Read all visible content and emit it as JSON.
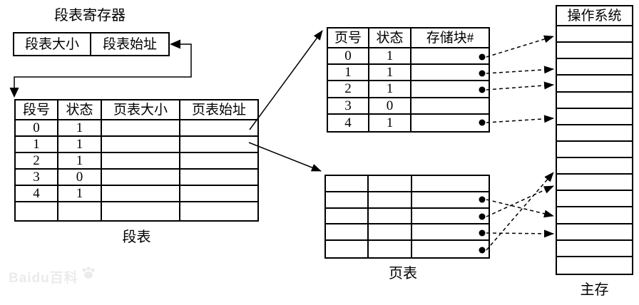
{
  "register": {
    "title": "段表寄存器",
    "cells": [
      "段表大小",
      "段表始址"
    ]
  },
  "segment_table": {
    "caption": "段表",
    "headers": [
      "段号",
      "状态",
      "页表大小",
      "页表始址"
    ],
    "rows": [
      {
        "seg": "0",
        "status": "1"
      },
      {
        "seg": "1",
        "status": "1"
      },
      {
        "seg": "2",
        "status": "1"
      },
      {
        "seg": "3",
        "status": "0"
      },
      {
        "seg": "4",
        "status": "1"
      },
      {
        "seg": "",
        "status": ""
      }
    ]
  },
  "page_table_top": {
    "headers": [
      "页号",
      "状态",
      "存储块#"
    ],
    "rows": [
      {
        "page": "0",
        "status": "1"
      },
      {
        "page": "1",
        "status": "1"
      },
      {
        "page": "2",
        "status": "1"
      },
      {
        "page": "3",
        "status": "0"
      },
      {
        "page": "4",
        "status": "1"
      }
    ]
  },
  "page_table_bottom": {
    "caption": "页表"
  },
  "memory": {
    "header": "操作系统",
    "caption": "主存"
  },
  "watermark": "Baidu百科",
  "colors": {
    "line": "#000000",
    "background": "#ffffff",
    "watermark": "#ebebeb"
  }
}
